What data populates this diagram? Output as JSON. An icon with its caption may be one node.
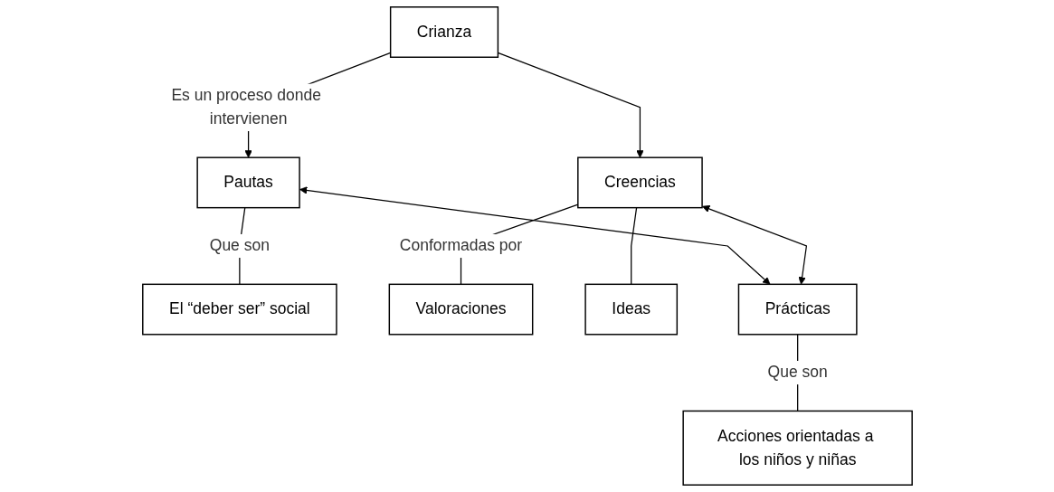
{
  "diagram": {
    "nodes": [
      {
        "text": [
          "Crianza"
        ]
      },
      {
        "text": [
          "Pautas"
        ]
      },
      {
        "text": [
          "Creencias"
        ]
      },
      {
        "text": [
          "El “deber ser” social"
        ]
      },
      {
        "text": [
          "Valoraciones"
        ]
      },
      {
        "text": [
          "Ideas"
        ]
      },
      {
        "text": [
          "Prácticas"
        ]
      },
      {
        "text": [
          "Acciones orientadas a los niños y niñas"
        ]
      }
    ],
    "edges": [
      {
        "from": 0,
        "to": 1,
        "arrow": "to",
        "label": "Es un proceso donde intervienen"
      },
      {
        "from": 0,
        "to": 2,
        "arrow": "to"
      },
      {
        "from": 1,
        "to": 3,
        "arrow": "none",
        "label": "Que son"
      },
      {
        "from": 2,
        "to": 4,
        "arrow": "none",
        "label": "Conformadas por"
      },
      {
        "from": 2,
        "to": 5,
        "arrow": "none"
      },
      {
        "from": 1,
        "to": 6,
        "arrow": "both"
      },
      {
        "from": 2,
        "to": 6,
        "arrow": "both"
      },
      {
        "from": 6,
        "to": 7,
        "arrow": "none",
        "label": "Que son"
      }
    ]
  }
}
